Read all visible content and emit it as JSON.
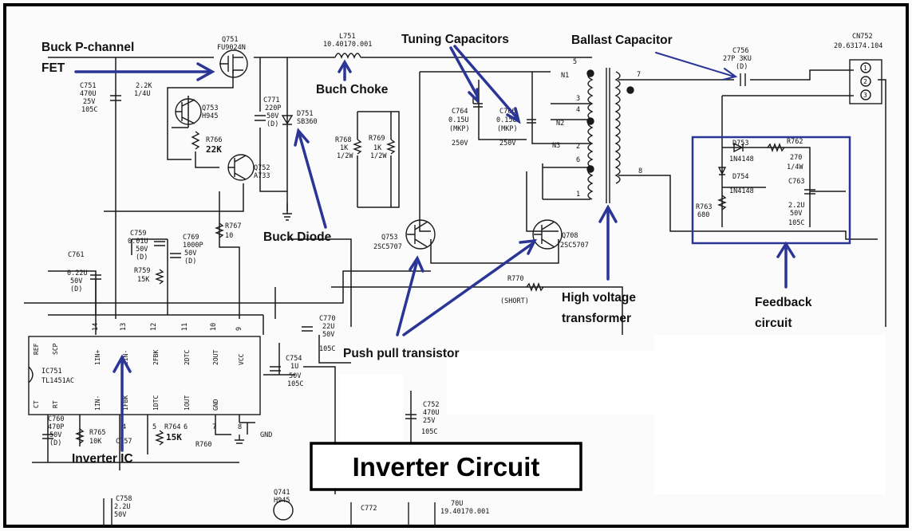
{
  "title": "Inverter Circuit",
  "annotations": {
    "buck_fet_line1": "Buck P-channel",
    "buck_fet_line2": "FET",
    "buck_choke": "Buch Choke",
    "tuning_caps": "Tuning Capacitors",
    "ballast_cap": "Ballast Capacitor",
    "buck_diode": "Buck Diode",
    "push_pull": "Push pull transistor",
    "hv_line1": "High voltage",
    "hv_line2": "transformer",
    "feedback_line1": "Feedback",
    "feedback_line2": "circuit",
    "inverter_ic": "Inverter IC"
  },
  "components": {
    "q751": "Q751",
    "q751_part": "FU9024N",
    "l751": "L751",
    "l751_part": "10.40170.001",
    "c751": "C751",
    "c751_v1": "470U",
    "c751_v2": "25V",
    "c751_v3": "105C",
    "r_top": "2.2K",
    "r_top2": "1/4U",
    "q753": "Q753",
    "q753_part": "H945",
    "r766": "R766",
    "r766_val": "22K",
    "q752": "Q752",
    "q752_part": "A733",
    "c771": "C771",
    "c771_v1": "220P",
    "c771_v2": "50V",
    "c771_v3": "(D)",
    "d751": "D751",
    "d751_part": "SB360",
    "r768": "R768",
    "r768_v1": "1K",
    "r768_v2": "1/2W",
    "r769": "R769",
    "r769_v1": "1K",
    "r769_v2": "1/2W",
    "c764": "C764",
    "c764_v1": "0.15U",
    "c764_v2": "(MKP)",
    "c764_v3": "250V",
    "c766": "C766",
    "c766_v1": "0.15U",
    "c766_v2": "(MKP)",
    "c766_v3": "250V",
    "c756": "C756",
    "c756_v1": "27P 3KU",
    "c756_v2": "(D)",
    "cn752": "CN752",
    "cn752_part": "20.63174.104",
    "pin1": "1",
    "pin2": "2",
    "pin3": "3",
    "n1": "N1",
    "n2": "N2",
    "n3": "N3",
    "t5": "5",
    "t3": "3",
    "t4": "4",
    "t2": "2",
    "t6": "6",
    "t1": "1",
    "t7": "7",
    "t8": "8",
    "d753": "D753",
    "d753_part": "1N4148",
    "d754": "D754",
    "d754_part": "1N4148",
    "r762": "R762",
    "r762_v1": "270",
    "r762_v2": "1/4W",
    "c763": "C763",
    "c763_v1": "2.2U",
    "c763_v2": "50V",
    "c763_v3": "105C",
    "r763": "R763",
    "r763_val": "680",
    "r767": "R767",
    "r767_val": "10",
    "c759": "C759",
    "c759_v1": "0.01U",
    "c759_v2": "50V",
    "c759_v3": "(D)",
    "c769": "C769",
    "c769_v1": "1000P",
    "c769_v2": "50V",
    "c769_v3": "(D)",
    "r759": "R759",
    "r759_val": "15K",
    "c761": "C761",
    "c761_v1": "0.22U",
    "c761_v2": "50V",
    "c761_v3": "(D)",
    "q753b": "Q753",
    "q753b_part": "2SC5707",
    "q708": "Q708",
    "q708_part": "2SC5707",
    "r770": "R770",
    "r770_val": "(SHORT)",
    "c770": "C770",
    "c770_v1": "22U",
    "c770_v2": "50V",
    "c770_v3": "105C",
    "c754": "C754",
    "c754_v1": "1U",
    "c754_v2": "50V",
    "c754_v3": "105C",
    "c752": "C752",
    "c752_v1": "470U",
    "c752_v2": "25V",
    "c752_v3": "105C",
    "ic751": "IC751",
    "ic751_part": "TL1451AC",
    "ic_pins_top": [
      "14",
      "13",
      "12",
      "11",
      "10",
      "9"
    ],
    "ic_pins_bot": [
      "4",
      "5",
      "6",
      "7",
      "8"
    ],
    "ic_labels_top": [
      "1IN+",
      "2IN-",
      "2FBK",
      "2DTC",
      "2OUT",
      "VCC"
    ],
    "ic_labels_bot": [
      "1IN-",
      "1FBK",
      "1DTC",
      "1OUT",
      "GND"
    ],
    "ic_left_labels": [
      "REF",
      "SCP",
      "CT",
      "RT"
    ],
    "c760": "C760",
    "c760_v1": "470P",
    "c760_v2": "50V",
    "c760_v3": "(D)",
    "r765": "R765",
    "r765_val": "10K",
    "c757": "C757",
    "r764": "R764",
    "r764_val": "15K",
    "r760": "R760",
    "gnd": "GND",
    "q741": "Q741",
    "q741_part": "H945",
    "c772": "C772",
    "c758": "C758",
    "c758_v1": "2.2U",
    "c758_v2": "50V",
    "l_bottom": "70U",
    "l_bottom_part": "19.40170.001"
  },
  "colors": {
    "annotation_blue": "#2a3596",
    "ink": "#1a1a1a",
    "frame": "#000000"
  }
}
